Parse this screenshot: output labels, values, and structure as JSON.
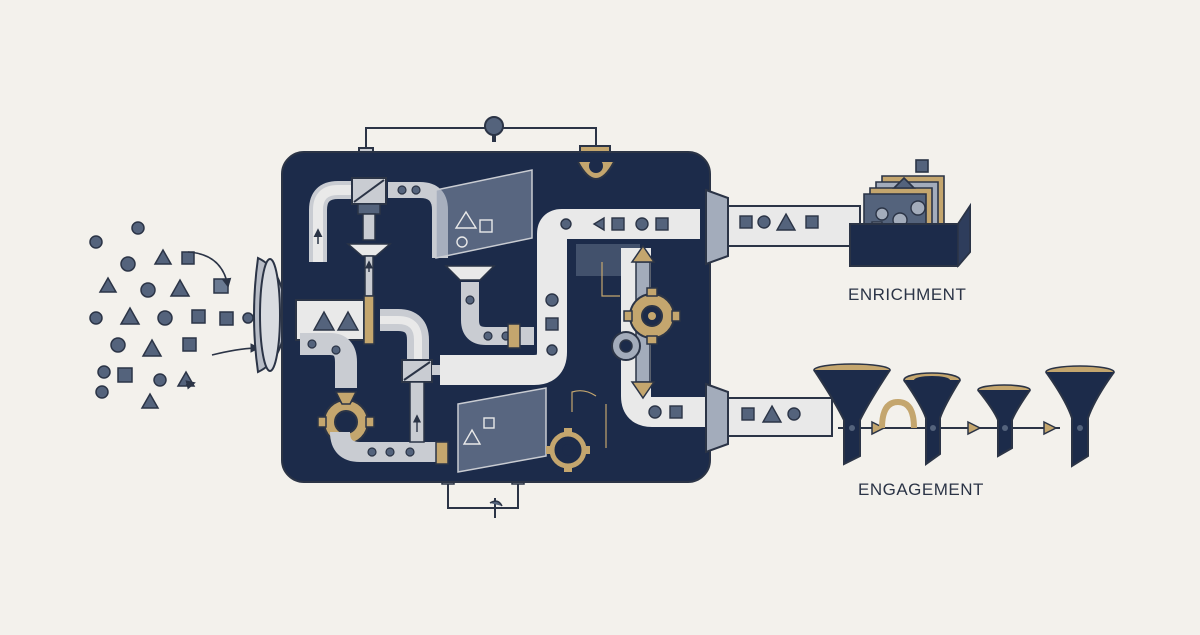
{
  "labels": {
    "enrichment": "ENRICHMENT",
    "engagement": "ENGAGEMENT"
  },
  "colors": {
    "background": "#f3f1ec",
    "navy": "#1c2b4a",
    "pipe": "#c9ccd2",
    "pipe_light": "#e9e9e9",
    "gold": "#c4a66e",
    "slate": "#54637c",
    "outline": "#2b3446"
  },
  "icons": [
    "scattered-data-shapes",
    "intake-funnel-icon",
    "processing-machine",
    "gear-icon",
    "valve-icon",
    "filter-panel",
    "output-conveyor-pipe",
    "enrichment-bin-icon",
    "engagement-funnels-icon"
  ]
}
